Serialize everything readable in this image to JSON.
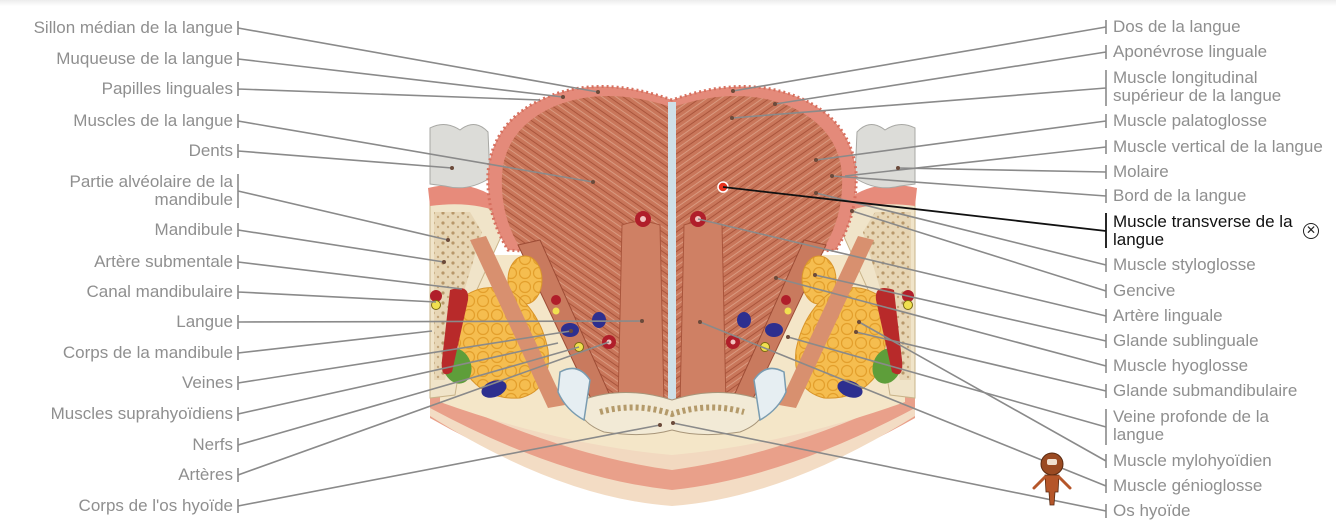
{
  "left_labels": [
    "Sillon médian de la langue",
    "Muqueuse de la langue",
    "Papilles linguales",
    "Muscles de la langue",
    "Dents",
    "Partie alvéolaire de la mandibule",
    "Mandibule",
    "Artère submentale",
    "Canal mandibulaire",
    "Langue",
    "Corps de la mandibule",
    "Veines",
    "Muscles suprahyoïdiens",
    "Nerfs",
    "Artères",
    "Corps de l'os hyoïde"
  ],
  "right_labels": [
    "Dos de la langue",
    "Aponévrose linguale",
    "Muscle longitudinal supérieur de la langue",
    "Muscle palatoglosse",
    "Muscle vertical de la langue",
    "Molaire",
    "Bord de la langue",
    "Muscle transverse de la langue",
    "Muscle styloglosse",
    "Gencive",
    "Artère linguale",
    "Glande sublinguale",
    "Muscle hyoglosse",
    "Glande submandibulaire",
    "Veine profonde de la langue",
    "Muscle mylohyoïdien",
    "Muscle génioglosse",
    "Os hyoïde"
  ],
  "selected_label": "Muscle transverse de la langue",
  "colors": {
    "label": "#8f8f8f",
    "leader": "#8a8a8a",
    "active": "#111111",
    "muscle": "#c9765a",
    "mucosa": "#e08a7a",
    "gland": "#f3b84a",
    "bone": "#e9dcc0",
    "tooth": "#d9d9d6",
    "vein": "#2d2f8f",
    "artery": "#b01e2a",
    "nerve": "#f0e050",
    "marker": "#e8321e"
  },
  "icons": [
    "close-circle-icon",
    "mannequin-icon"
  ]
}
